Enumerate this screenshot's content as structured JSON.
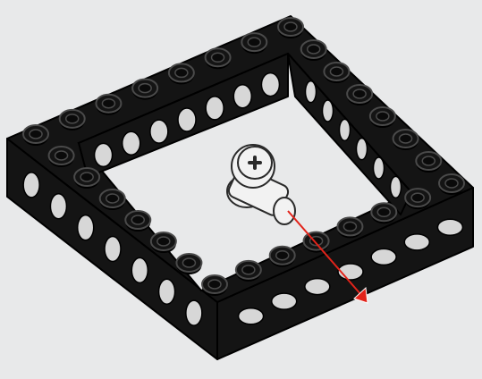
{
  "scene": {
    "background_color": "#e8e9ea",
    "frame_color": "#141414",
    "frame_outline_color": "#000000",
    "stud_highlight_color": "#4a4a4a",
    "hole_color": "#d7d7d7",
    "pin_color": "#f2f2f2",
    "pin_outline_color": "#2a2a2a",
    "arrow_color": "#e2231a",
    "objects": [
      {
        "name": "technic-square-frame",
        "description_icon": "lego-frame-icon"
      },
      {
        "name": "axle-pin-with-friction",
        "description_icon": "technic-pin-icon"
      },
      {
        "name": "insertion-arrow",
        "description_icon": "arrow-icon"
      }
    ]
  }
}
